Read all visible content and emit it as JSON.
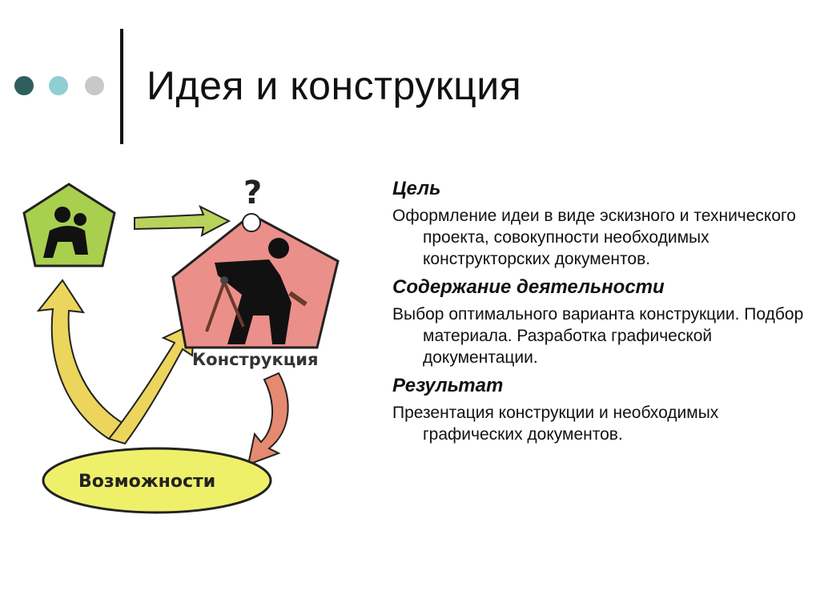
{
  "slide": {
    "title": "Идея и конструкция",
    "dot_colors": [
      "#2e5f5c",
      "#8fcfd1",
      "#c8c8c8"
    ]
  },
  "diagram": {
    "label_construction": "Конструкция",
    "label_possibilities": "Возможности",
    "question_mark": "?",
    "colors": {
      "idea_pentagon": "#a8cf4e",
      "construction_pentagon": "#eb8f8a",
      "oval": "#eef06a",
      "arrow_yellow": "#ecd55c",
      "arrow_green": "#b9d25a",
      "arrow_red": "#e58a70"
    }
  },
  "content": {
    "sections": [
      {
        "heading": "Цель",
        "text": "Оформление идеи в виде эскизного и технического проекта, совокупности необходимых конструкторских документов."
      },
      {
        "heading": "Содержание деятельности",
        "text": "Выбор оптимального варианта конструкции. Подбор материала. Разработка графической документации."
      },
      {
        "heading": "Результат",
        "text": "Презентация конструкции и необходимых графических документов."
      }
    ]
  }
}
